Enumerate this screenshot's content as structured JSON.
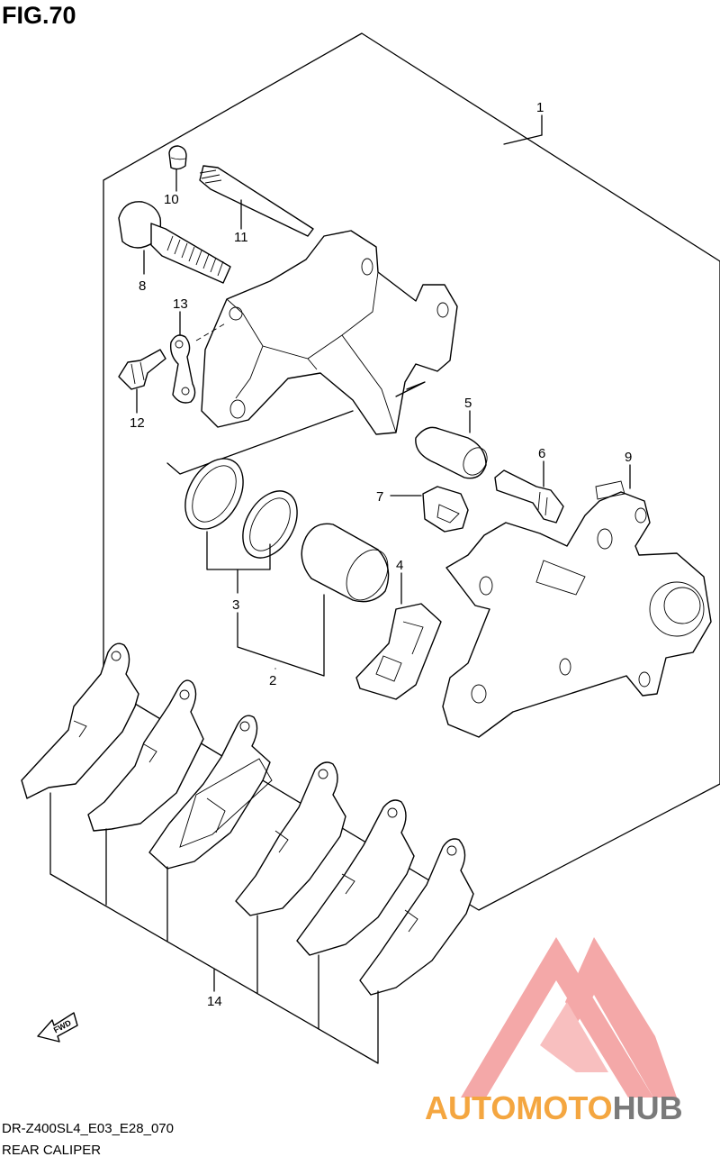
{
  "figure": {
    "title": "FIG.70",
    "model_code": "DR-Z400SL4_E03_E28_070",
    "section_name": "REAR CALIPER"
  },
  "callouts": [
    {
      "id": "1",
      "label": "1"
    },
    {
      "id": "2",
      "label": "2"
    },
    {
      "id": "3",
      "label": "3"
    },
    {
      "id": "4",
      "label": "4"
    },
    {
      "id": "5",
      "label": "5"
    },
    {
      "id": "6",
      "label": "6"
    },
    {
      "id": "7",
      "label": "7"
    },
    {
      "id": "8",
      "label": "8"
    },
    {
      "id": "9",
      "label": "9"
    },
    {
      "id": "10",
      "label": "10"
    },
    {
      "id": "11",
      "label": "11"
    },
    {
      "id": "12",
      "label": "12"
    },
    {
      "id": "13",
      "label": "13"
    },
    {
      "id": "14",
      "label": "14"
    }
  ],
  "direction_marker": {
    "label": "FWD",
    "icon": "fwd-arrow-icon"
  },
  "watermark": {
    "logo": "triangle-logo-icon",
    "text_part1": "AUTOMOTO",
    "text_part2": "HUB",
    "color_part1": "#f4a640",
    "color_part2": "#7a7a7a",
    "logo_color": "#f08a8a"
  }
}
